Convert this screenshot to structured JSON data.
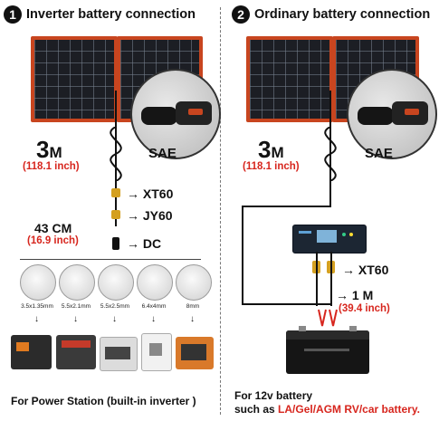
{
  "left": {
    "number": "1",
    "title": "Inverter battery connection",
    "cable_length": "3",
    "cable_unit": "M",
    "cable_inch": "(118.1 inch)",
    "connector": "SAE",
    "outputs": [
      "XT60",
      "JY60",
      "DC"
    ],
    "ext_length": "43 CM",
    "ext_inch": "(16.9 inch)",
    "tips": [
      "3.5x1.35mm",
      "5.5x2.1mm",
      "5.5x2.5mm",
      "6.4x4mm",
      "8mm"
    ],
    "footer": "For Power Station (built-in inverter )"
  },
  "right": {
    "number": "2",
    "title": "Ordinary battery connection",
    "cable_length": "3",
    "cable_unit": "M",
    "cable_inch": "(118.1 inch)",
    "connector": "SAE",
    "controller_output": "XT60",
    "battery_cable_length": "1 M",
    "battery_cable_inch": "(39.4 inch)",
    "footer_line1": "For 12v battery",
    "footer_line2_prefix": "such as ",
    "footer_line2_highlight": "LA/Gel/AGM RV/car battery."
  },
  "colors": {
    "accent_red": "#d7261e",
    "panel_frame": "#c8451f",
    "cell": "#1c1e24"
  }
}
